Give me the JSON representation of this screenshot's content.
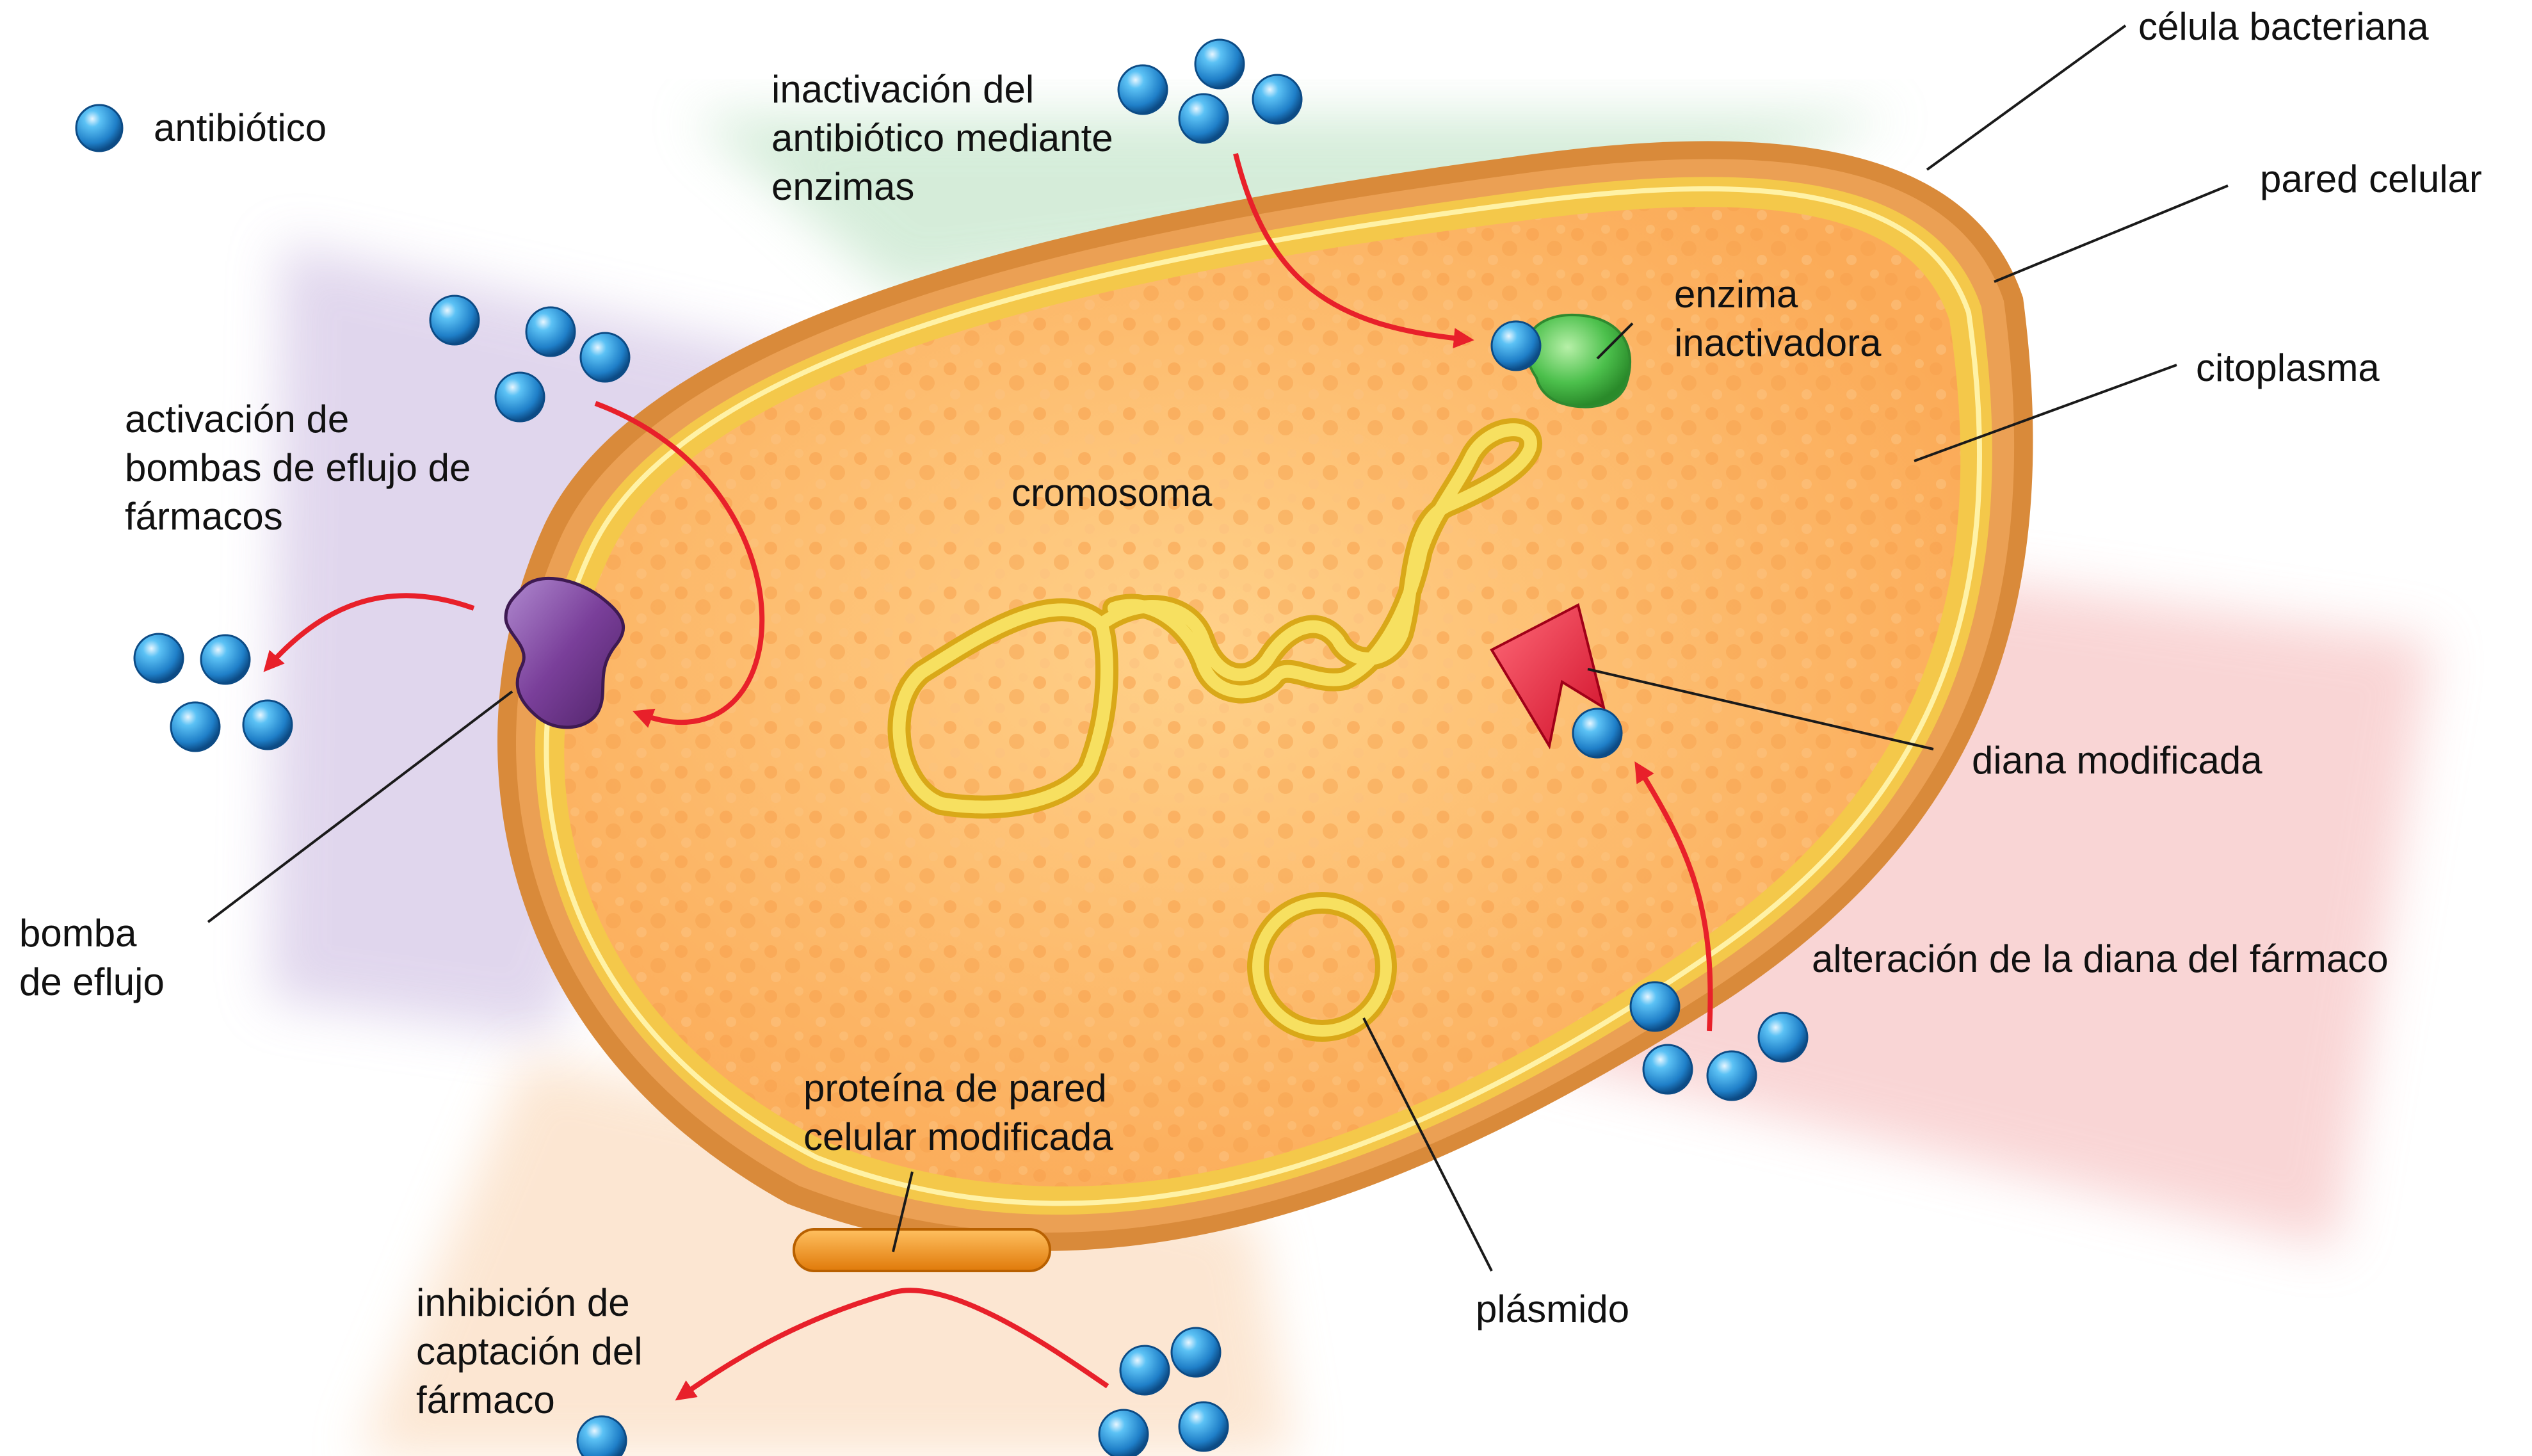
{
  "legend": {
    "antibiotic": "antibiótico"
  },
  "labels": {
    "bacterial_cell": "célula bacteriana",
    "cell_wall": "pared celular",
    "cytoplasm": "citoplasma",
    "chromosome": "cromosoma",
    "enzyme": [
      "enzima",
      "inactivadora"
    ],
    "modified_target": "diana modificada",
    "target_alteration": "alteración de la diana del fármaco",
    "plasmid": "plásmido",
    "wall_protein": [
      "proteína de pared",
      "celular modificada"
    ],
    "uptake_inhibition": [
      "inhibición de",
      "captación del",
      "fármaco"
    ],
    "efflux_pump": [
      "bomba",
      "de eflujo"
    ],
    "efflux_activation": [
      "activación de",
      "bombas de eflujo de",
      "fármacos"
    ],
    "enzymatic_inactivation": [
      "inactivación del",
      "antibiótico mediante",
      "enzimas"
    ]
  },
  "colors": {
    "cell_wall": "#d98a3a",
    "membrane": "#f4c84a",
    "cytoplasm": "#fdb96a",
    "chromosome": "#f2d030",
    "antibiotic": "#2a8fd8",
    "arrow": "#e8202a",
    "pump": "#7a3f9a",
    "enzyme": "#4cc04c",
    "target": "#e8203a",
    "wall_protein": "#f09010"
  },
  "icons": {
    "antibiotic": "blue-sphere-icon",
    "pump": "efflux-pump-icon",
    "enzyme": "enzyme-blob-icon",
    "target": "target-arrowhead-icon"
  }
}
